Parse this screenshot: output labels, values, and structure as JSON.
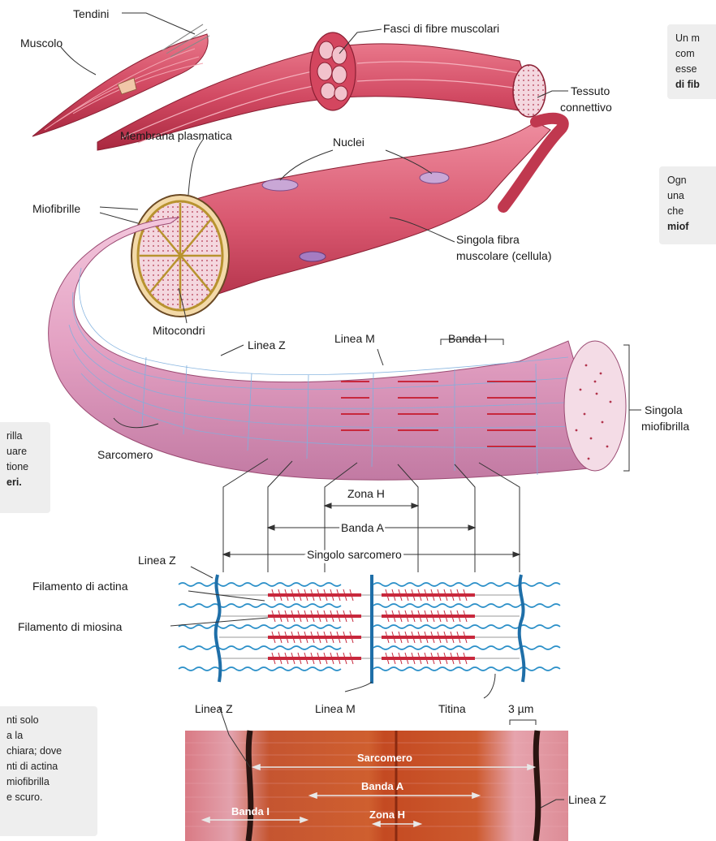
{
  "labels": {
    "tendini": "Tendini",
    "muscolo": "Muscolo",
    "fasci": "Fasci di fibre muscolari",
    "tessuto_1": "Tessuto",
    "tessuto_2": "connettivo",
    "membrana": "Membrana plasmatica",
    "nuclei": "Nuclei",
    "miofibrille": "Miofibrille",
    "singola_fibra_1": "Singola fibra",
    "singola_fibra_2": "muscolare (cellula)",
    "mitocondri": "Mitocondri",
    "linea_z_top": "Linea Z",
    "linea_m_top": "Linea M",
    "banda_i_top": "Banda I",
    "singola_miofibrilla_1": "Singola",
    "singola_miofibrilla_2": "miofibrilla",
    "sarcomero_top": "Sarcomero",
    "zona_h": "Zona H",
    "banda_a": "Banda A",
    "singolo_sarcomero": "Singolo sarcomero",
    "linea_z_mid": "Linea Z",
    "filamento_actina": "Filamento di actina",
    "filamento_miosina": "Filamento di miosina",
    "linea_z_bottom": "Linea Z",
    "linea_m_bottom": "Linea M",
    "titina": "Titina",
    "scale": "3 µm",
    "micro_sarcomero": "Sarcomero",
    "micro_banda_a": "Banda A",
    "micro_banda_i": "Banda I",
    "micro_zona_h": "Zona H",
    "linea_z_right": "Linea Z"
  },
  "side_notes": {
    "right1": [
      "Un m",
      "com",
      "esse",
      "di fib"
    ],
    "right2": [
      "Ogn",
      "una",
      "che",
      "miof"
    ],
    "left1": [
      "rilla",
      "uare",
      "tione",
      "eri."
    ],
    "left2": [
      "nti solo",
      "a la",
      "chiara; dove",
      "nti di actina",
      "miofibrilla",
      "e scuro."
    ]
  },
  "colors": {
    "muscle": "#d6506a",
    "muscle_dark": "#a9283f",
    "muscle_light": "#f2a9b6",
    "myofibril": "#e9a3c4",
    "actin": "#2a8fc8",
    "myosin": "#c8283c",
    "micro_bg": "#c9562e",
    "micro_light": "#e89aa8"
  }
}
